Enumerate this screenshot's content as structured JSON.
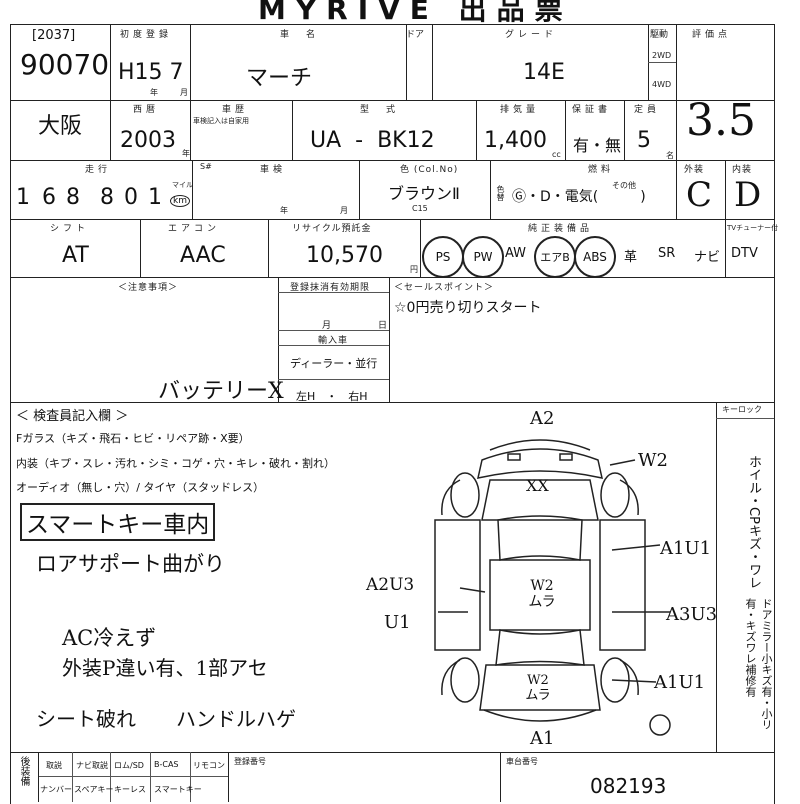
{
  "sheet_title": "MYRIVE 出品票",
  "header": {
    "lot_code": "[2037]",
    "lot_number": "90070",
    "first_reg_label": "初度登録",
    "first_reg_value": "H15 7",
    "year_unit": "年",
    "month_unit": "月",
    "car_name_label": "車　名",
    "car_name_value": "マーチ",
    "doors_label": "ドア",
    "grade_label": "グレード",
    "grade_value": "14E",
    "drive_label": "駆動",
    "drive_2wd": "2WD",
    "drive_4wd": "4WD",
    "score_label": "評価点",
    "score_value": "3.5"
  },
  "row2": {
    "location": "大阪",
    "year_label": "西暦",
    "year_value": "2003",
    "year_unit": "年",
    "model_year_label": "車歴",
    "model_year_note": "車検記入は自家用",
    "type_label": "型　式",
    "type_value": "UA  -  BK12",
    "displacement_label": "排気量",
    "displacement_value": "1,400",
    "displacement_unit": "cc",
    "warranty_label": "保証書",
    "warranty_value": "有・無",
    "capacity_label": "定員",
    "capacity_value": "5",
    "capacity_unit": "名"
  },
  "row3": {
    "mileage_label": "走行",
    "mileage_digits": [
      "1",
      "6",
      "8",
      "8",
      "0",
      "1"
    ],
    "mileage_unit_mile": "マイル",
    "mileage_unit_km": "km",
    "inspection_label": "車検",
    "inspection_prefix": "S#",
    "inspection_year": "年",
    "inspection_month": "月",
    "color_label": "色 (Col.No)",
    "color_value": "ブラウンⅡ",
    "color_code": "C15",
    "color_change_label": "色替",
    "fuel_label": "燃料",
    "fuel_value": "Ⓖ・D・電気(　　　)",
    "fuel_other": "その他",
    "exterior_label": "外装",
    "exterior_value": "C",
    "interior_label": "内装",
    "interior_value": "D"
  },
  "row4": {
    "shift_label": "シフト",
    "shift_value": "AT",
    "ac_label": "エアコン",
    "ac_value": "AAC",
    "recycle_label": "リサイクル預託金",
    "recycle_value": "10,570",
    "recycle_unit": "円",
    "equipment_label": "純正装備品",
    "tv_tuner_label": "TVチューナー付",
    "equipment_circled": [
      "PS",
      "PW"
    ],
    "equipment_aw": "AW",
    "equipment_circled2": [
      "エアB",
      "ABS"
    ],
    "equipment_rest": [
      "革",
      "SR",
      "ナビ",
      "DTV"
    ]
  },
  "row5": {
    "notes_label": "＜注意事項＞",
    "notes_handwritten": "バッテリーX",
    "reg_expiry_label": "登録抹消有効期限",
    "reg_month": "月",
    "reg_day": "日",
    "import_label": "輸入車",
    "import_value": "ディーラー・並行",
    "handle_value": "左H　・　右H",
    "sales_point_label": "＜セールスポイント＞",
    "sales_point_value": "☆0円売り切りスタート"
  },
  "inspector": {
    "label": "＜ 検査員記入欄 ＞",
    "glass_line": "Fガラス（キズ・飛石・ヒビ・リペア跡・X要）",
    "interior_line": "内装（キプ・スレ・汚れ・シミ・コゲ・穴・キレ・破れ・割れ）",
    "audio_line": "オーディオ（無し・穴）/ タイヤ（スタッドレス）",
    "notes": [
      "スマートキー車内",
      "ロアサポート曲がり",
      "AC冷えず",
      "外装P違い有、1部アセ",
      "シート破れ　　ハンドルハゲ"
    ]
  },
  "diagram": {
    "marks": [
      "A2",
      "W2",
      "XX",
      "A1U1",
      "A2U3",
      "U1",
      "W2 ムラ",
      "A3U3",
      "A1U1",
      "W2 ムラ",
      "A1"
    ]
  },
  "side_panel": {
    "key_lock_label": "キーロック",
    "wheel_text": "ホイル・CPキズ・ワレ",
    "mirror_text": "ドアミラー小キズ有・小リ有・キズワレ補修有"
  },
  "footer": {
    "row_label": "後装備",
    "items_top": [
      "取説",
      "ナビ取説",
      "ロム/SD",
      "B-CAS",
      "リモコン"
    ],
    "items_bottom": [
      "ナンバー",
      "スペアキー",
      "キーレス",
      "スマートキー"
    ],
    "reg_number_label": "登録番号",
    "chassis_label": "車台番号",
    "chassis_value": "082193"
  }
}
